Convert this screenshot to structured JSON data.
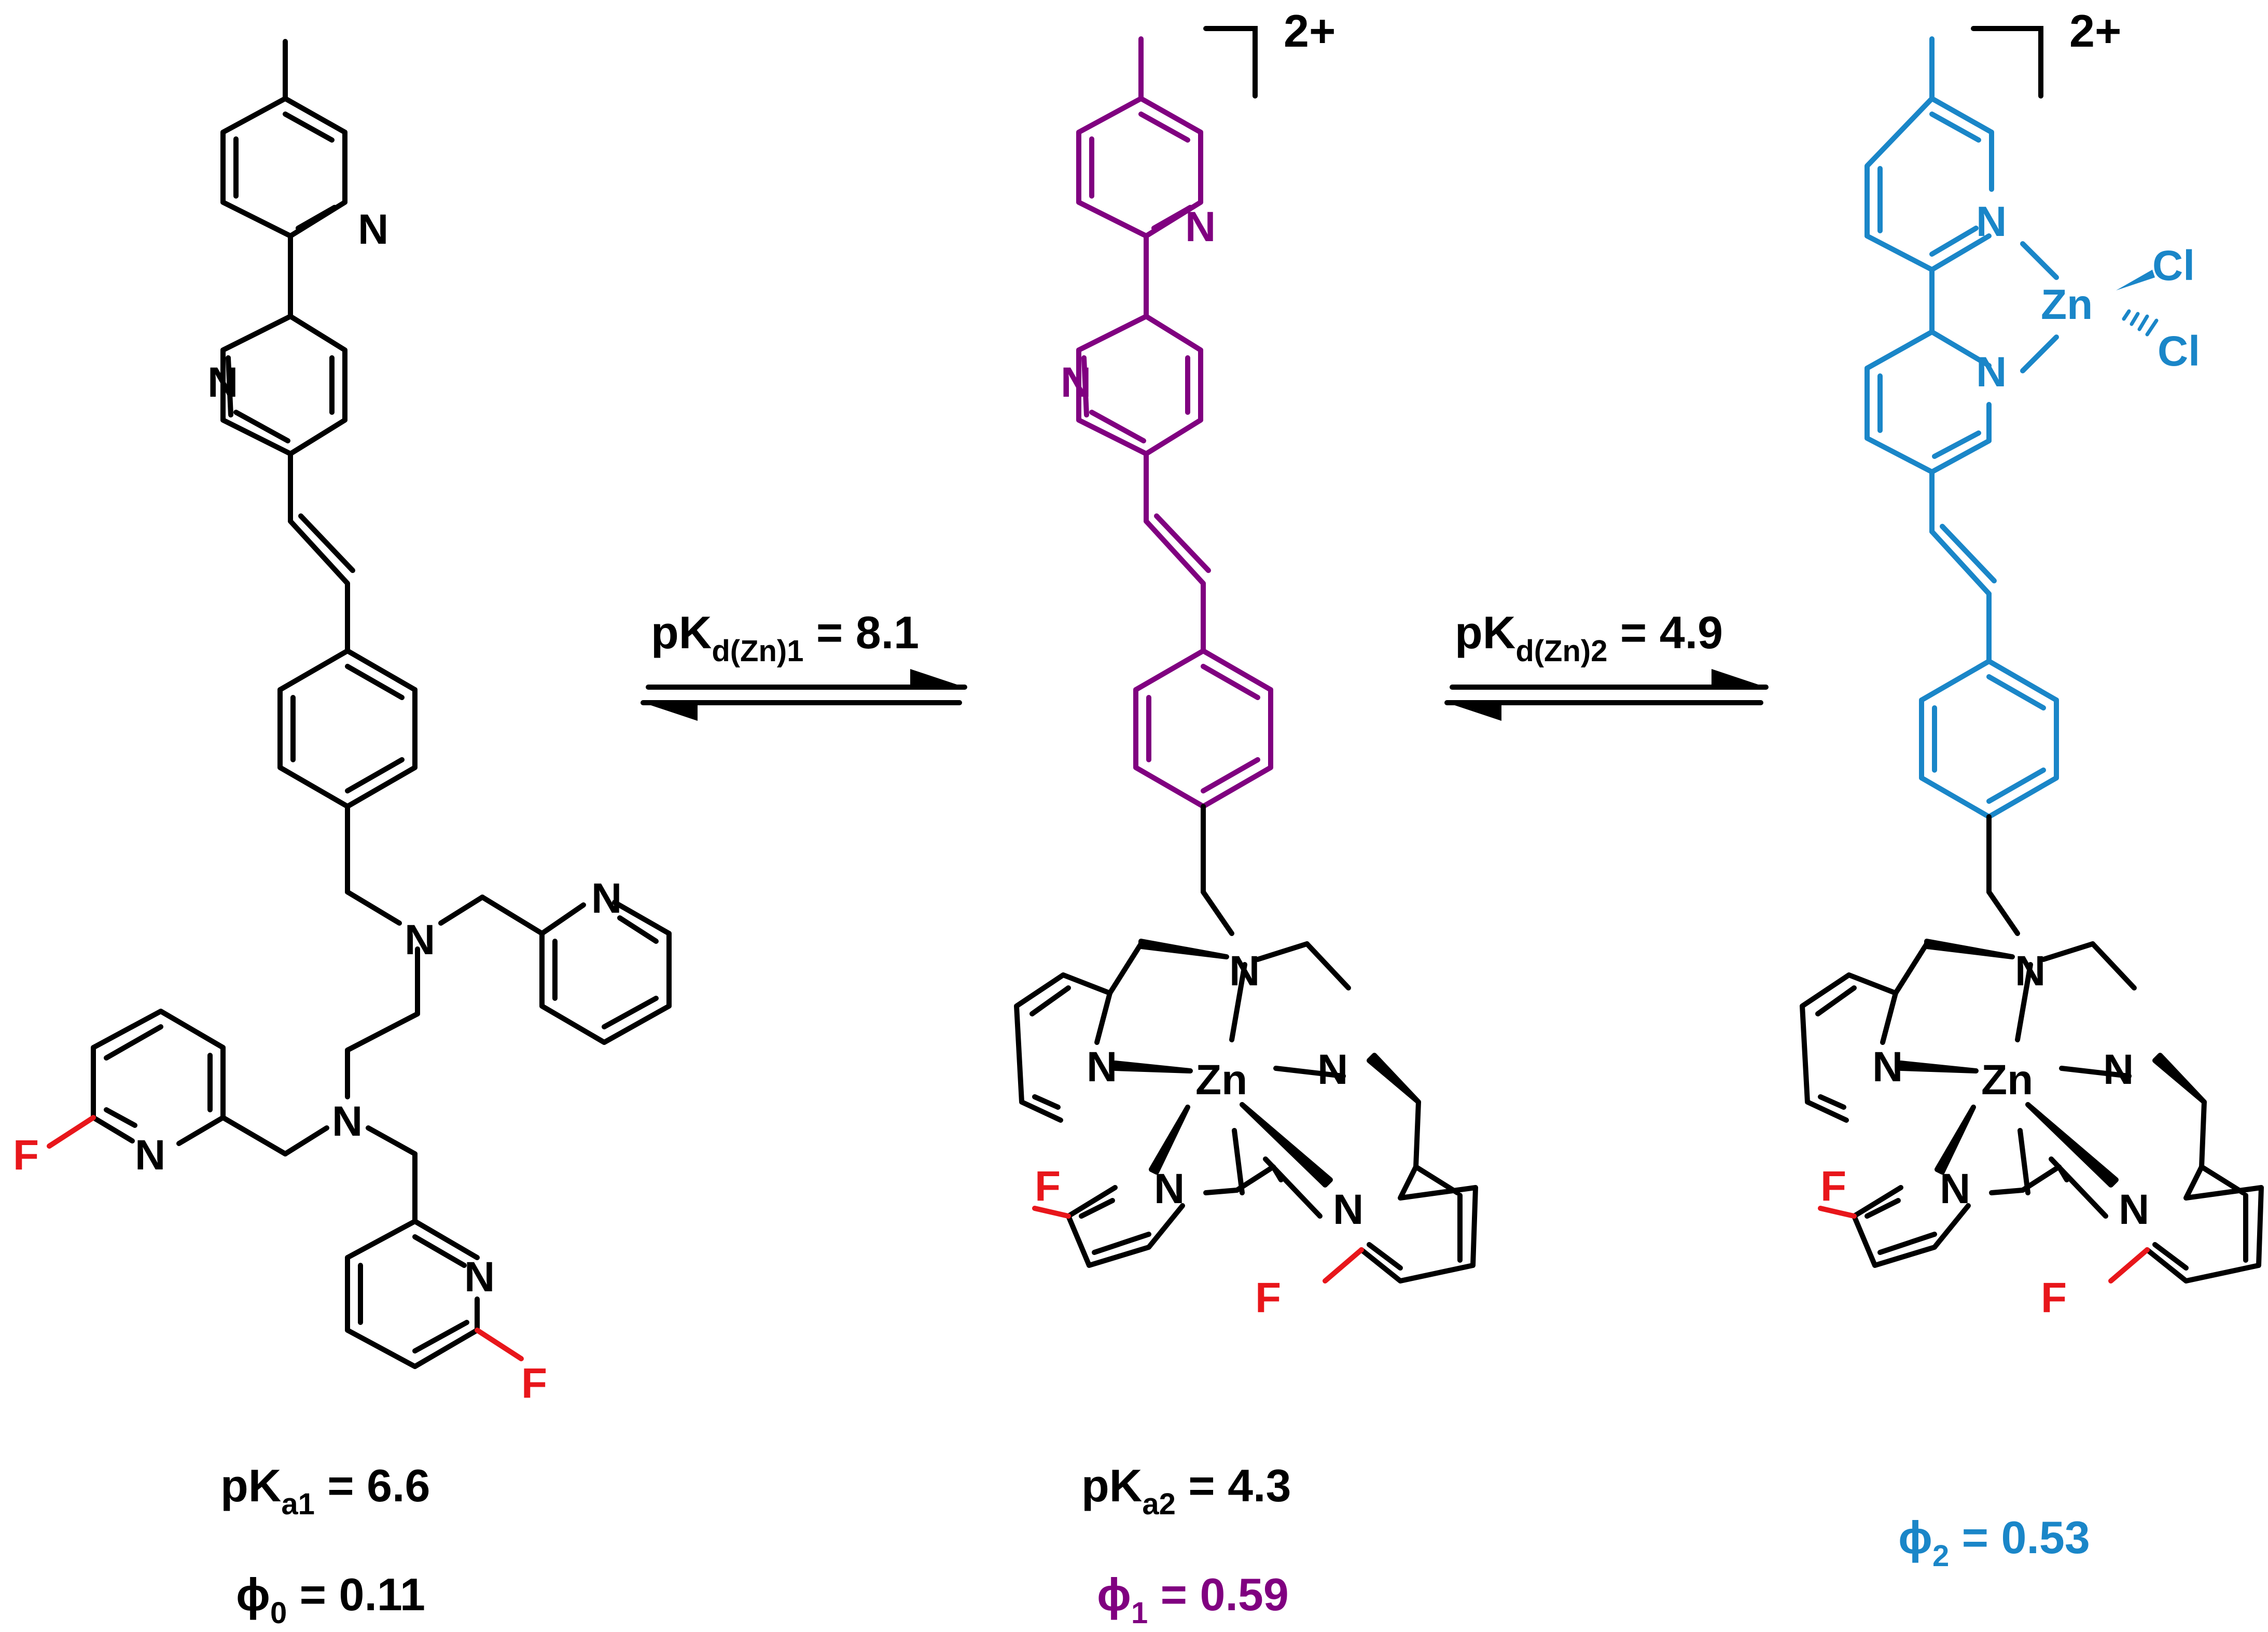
{
  "colors": {
    "ligand": "#000000",
    "complex_1": "#800080",
    "complex_2": "#1a86c8",
    "fluorine": "#e8161b"
  },
  "atoms": {
    "n": "N",
    "f": "F",
    "zn": "Zn",
    "cl": "Cl"
  },
  "charge": "2+",
  "equilibria": [
    {
      "symbol": "pK",
      "subscript": "d(Zn)1",
      "value": " = 8.1"
    },
    {
      "symbol": "pK",
      "subscript": "d(Zn)2",
      "value": " = 4.9"
    }
  ],
  "species": [
    {
      "pka": {
        "symbol": "pK",
        "subscript": "a1",
        "value": " = 6.6"
      },
      "phi": {
        "symbol": "ϕ",
        "subscript": "0",
        "value": " = 0.11"
      }
    },
    {
      "pka": {
        "symbol": "pK",
        "subscript": "a2",
        "value": " = 4.3"
      },
      "phi": {
        "symbol": "ϕ",
        "subscript": "1",
        "value": " = 0.59"
      }
    },
    {
      "phi": {
        "symbol": "ϕ",
        "subscript": "2",
        "value": " = 0.53"
      }
    }
  ]
}
